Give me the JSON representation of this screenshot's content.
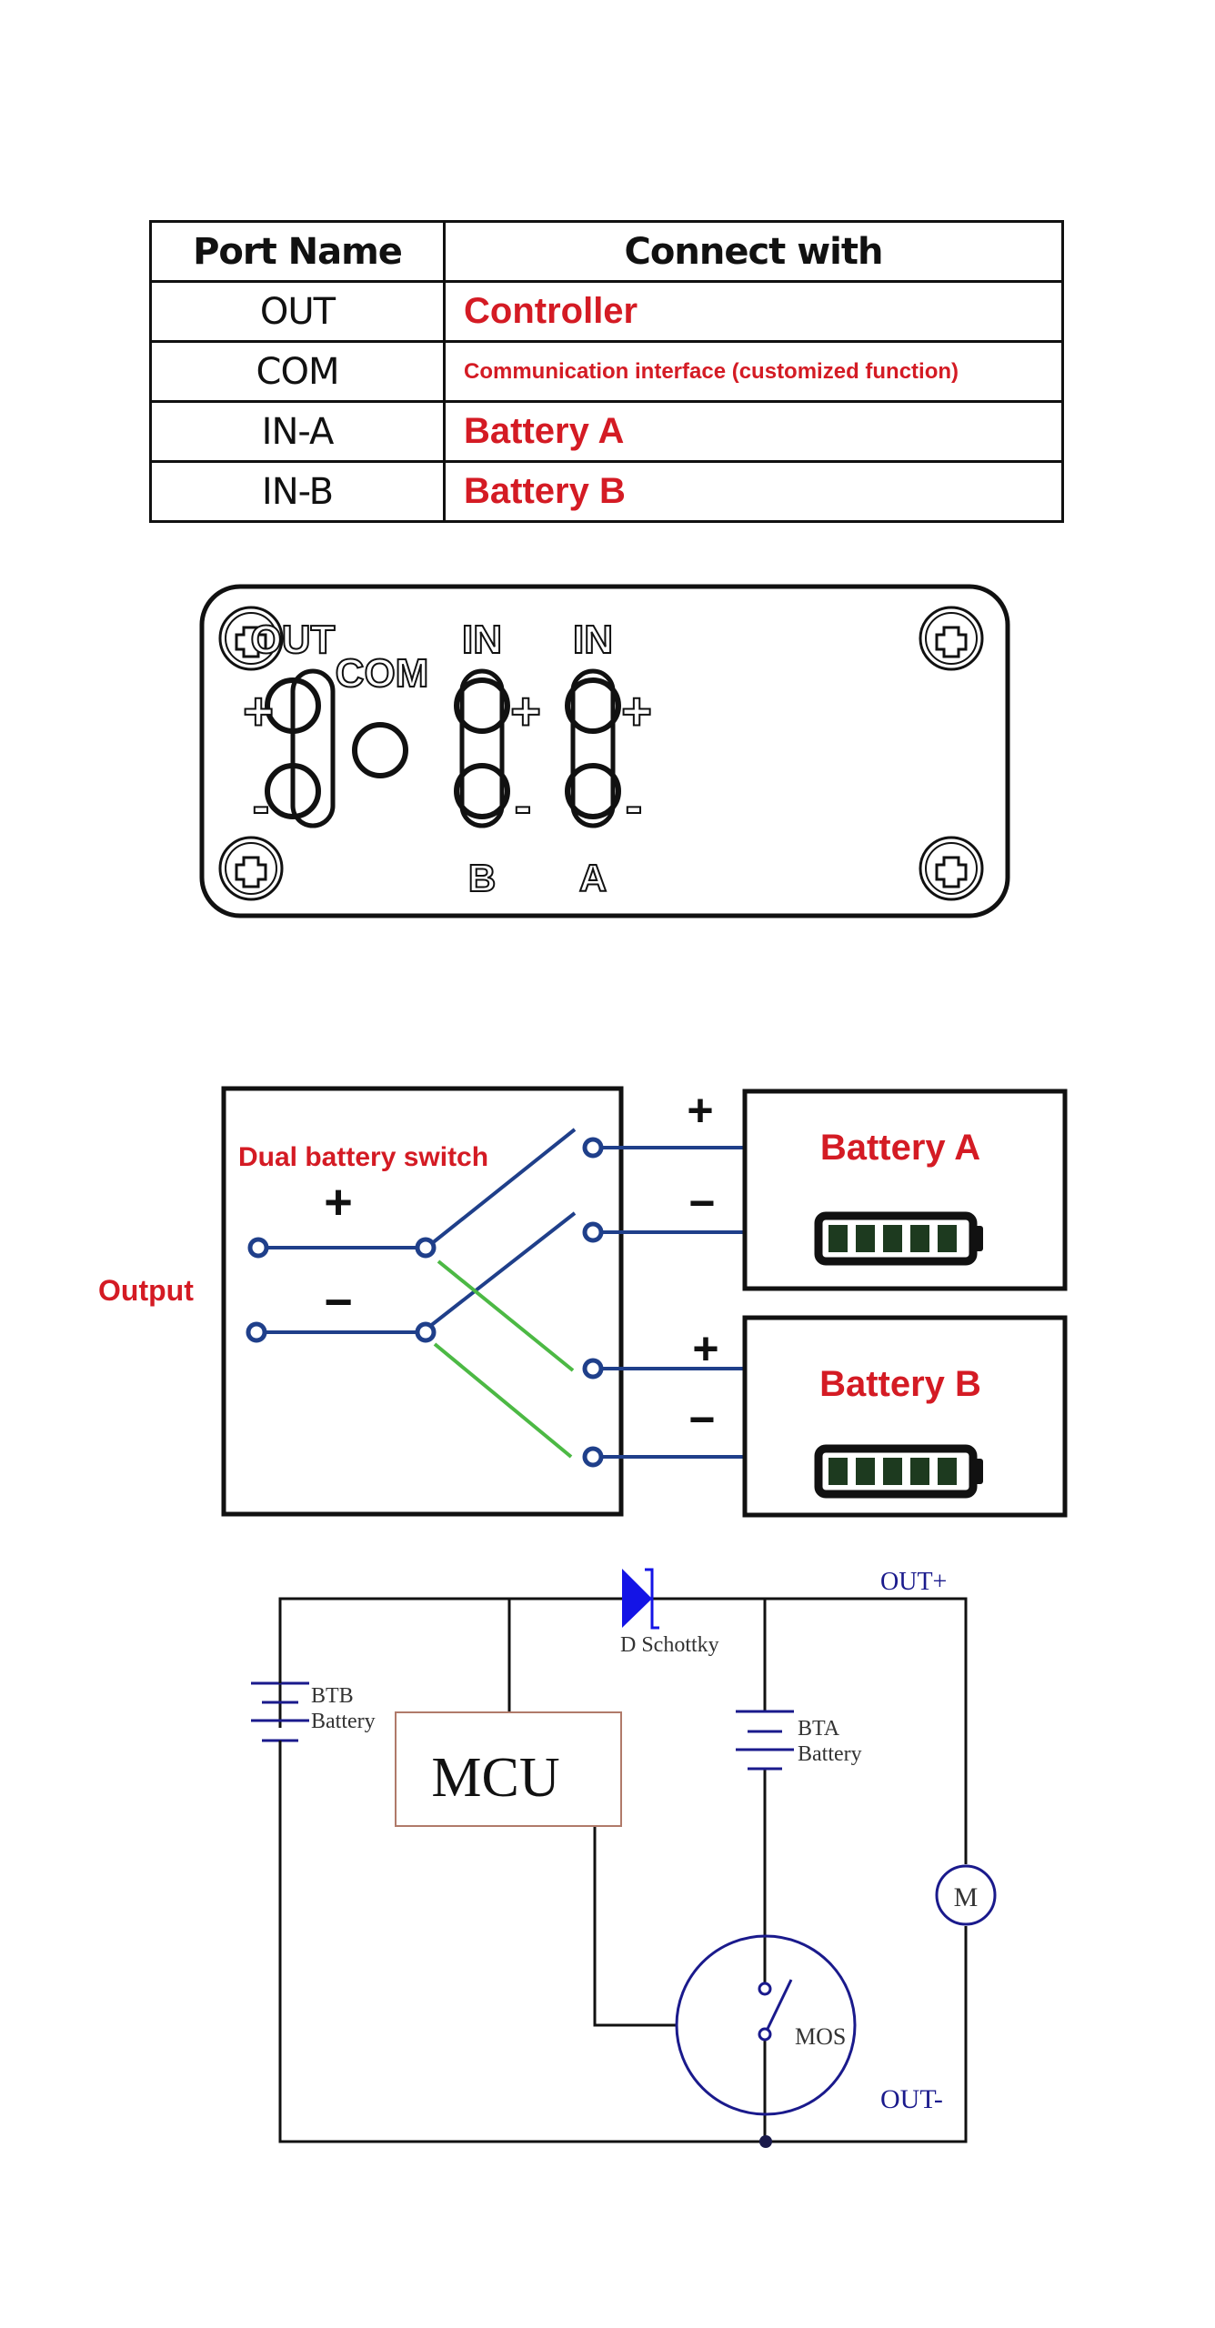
{
  "port_table": {
    "headers": [
      "Port Name",
      "Connect with"
    ],
    "rows": [
      {
        "port": "OUT",
        "connect": "Controller"
      },
      {
        "port": "COM",
        "connect": "Communication interface (customized function)"
      },
      {
        "port": "IN-A",
        "connect": "Battery A"
      },
      {
        "port": "IN-B",
        "connect": "Battery B"
      }
    ]
  },
  "panel": {
    "out_label": "OUT",
    "com_label": "COM",
    "in_label_b": "IN",
    "in_label_a": "IN",
    "b_label": "B",
    "a_label": "A",
    "plus": "+",
    "minus": "-"
  },
  "switch_diagram": {
    "title": "Dual battery switch",
    "output_label": "Output",
    "plus": "+",
    "minus": "−",
    "battery_a": "Battery A",
    "battery_b": "Battery B",
    "battery_a_level": 1.0,
    "battery_b_level": 1.0,
    "battery_cells": 5,
    "colors": {
      "wire_blue": "#1f3f8a",
      "wire_green": "#4cb944",
      "label_red": "#d41b24",
      "cell_green": "#1d3a1f"
    }
  },
  "circuit": {
    "diode_label": "D Schottky",
    "btb_label_1": "BTB",
    "btb_label_2": "Battery",
    "bta_label_1": "BTA",
    "bta_label_2": "Battery",
    "mcu_label": "MCU",
    "motor_label": "M",
    "mos_label": "MOS",
    "out_plus": "OUT+",
    "out_minus": "OUT-",
    "colors": {
      "wire": "#111111",
      "blue": "#1a1a8c",
      "diode": "#1414e6",
      "mcu_border": "#b07a6a"
    }
  }
}
